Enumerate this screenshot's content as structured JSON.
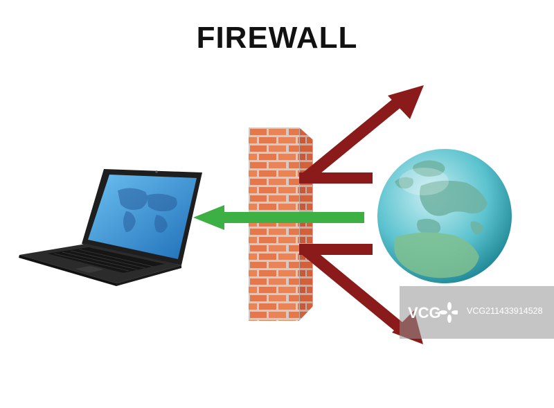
{
  "title": "FIREWALL",
  "watermark": {
    "brand": "VCG",
    "id": "VCG211433914528"
  },
  "colors": {
    "blocked_arrow": "#8b1a1a",
    "allowed_arrow": "#3cb043",
    "brick": "#e0724a",
    "mortar": "#cfc8c2",
    "globe_ocean": "#2a9aa8",
    "laptop_body": "#2a2a2a",
    "laptop_screen": "#3d8fd6"
  },
  "icons": [
    "laptop-icon",
    "brick-wall-icon",
    "globe-icon"
  ]
}
